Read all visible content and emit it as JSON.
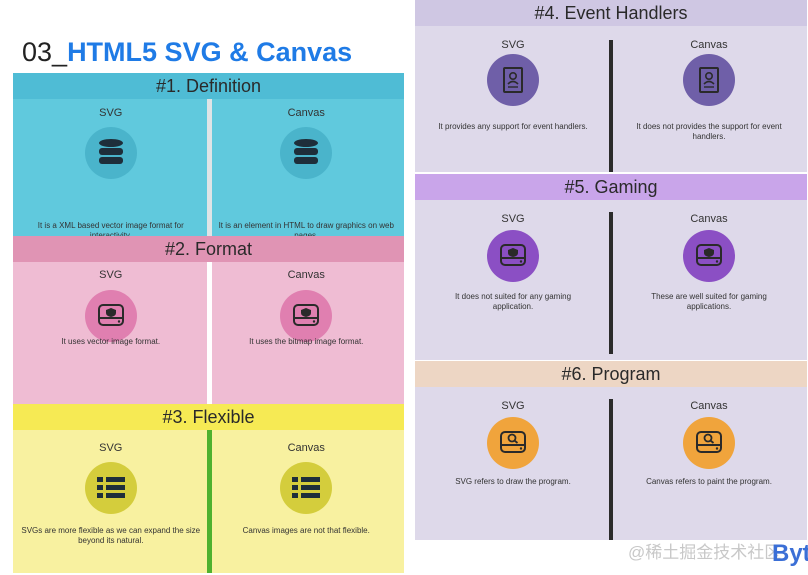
{
  "title": {
    "number": "03_",
    "text": "HTML5 SVG & Canvas"
  },
  "colors": {
    "definition_head": "#4fbcd5",
    "definition_body": "#60c9dd",
    "format_head": "#e094b4",
    "format_body": "#efbcd3",
    "flexible_head": "#f6ea54",
    "flexible_body": "#f8f1a0",
    "right_bg": "#ded9ea",
    "right_head": "#cfc7e3",
    "gaming_head": "#c9a5ea",
    "program_head": "#edd6c4",
    "icon_dark": "#1e2e3a",
    "icon_pink": "#e07fb0",
    "icon_olive": "#d4cd3c",
    "icon_violet": "#6f5fa8",
    "icon_purple": "#8b4fc4",
    "icon_orange": "#f0a43c"
  },
  "panels": {
    "definition": {
      "heading": "#1. Definition",
      "svg": {
        "label": "SVG",
        "icon": "database-icon",
        "desc": "It is a XML based vector image format for interactivity."
      },
      "canvas": {
        "label": "Canvas",
        "icon": "database-icon",
        "desc": "It is an element in HTML to draw graphics on web pages."
      }
    },
    "format": {
      "heading": "#2. Format",
      "svg": {
        "label": "SVG",
        "icon": "drive-shield-icon",
        "desc": "It uses vector image format."
      },
      "canvas": {
        "label": "Canvas",
        "icon": "drive-shield-icon",
        "desc": "It uses the bitmap image format."
      }
    },
    "flexible": {
      "heading": "#3. Flexible",
      "svg": {
        "label": "SVG",
        "icon": "list-icon",
        "desc": "SVGs are more flexible as we can expand the size beyond its natural."
      },
      "canvas": {
        "label": "Canvas",
        "icon": "list-icon",
        "desc": "Canvas images are not that flexible."
      }
    },
    "event_handlers": {
      "heading": "#4. Event Handlers",
      "svg": {
        "label": "SVG",
        "icon": "id-card-icon",
        "desc": "It provides any support for event handlers."
      },
      "canvas": {
        "label": "Canvas",
        "icon": "id-card-icon",
        "desc": "It does not provides the support for event handlers."
      }
    },
    "gaming": {
      "heading": "#5. Gaming",
      "svg": {
        "label": "SVG",
        "icon": "drive-shield-icon",
        "desc": "It does not suited for any gaming application."
      },
      "canvas": {
        "label": "Canvas",
        "icon": "drive-shield-icon",
        "desc": "These are well suited for gaming applications."
      }
    },
    "program": {
      "heading": "#6. Program",
      "svg": {
        "label": "SVG",
        "icon": "drive-search-icon",
        "desc": "SVG refers to draw the program."
      },
      "canvas": {
        "label": "Canvas",
        "icon": "drive-search-icon",
        "desc": "Canvas refers to paint the program."
      }
    }
  },
  "watermark": {
    "text": "@稀土掘金技术社区",
    "brand": "Byt"
  }
}
